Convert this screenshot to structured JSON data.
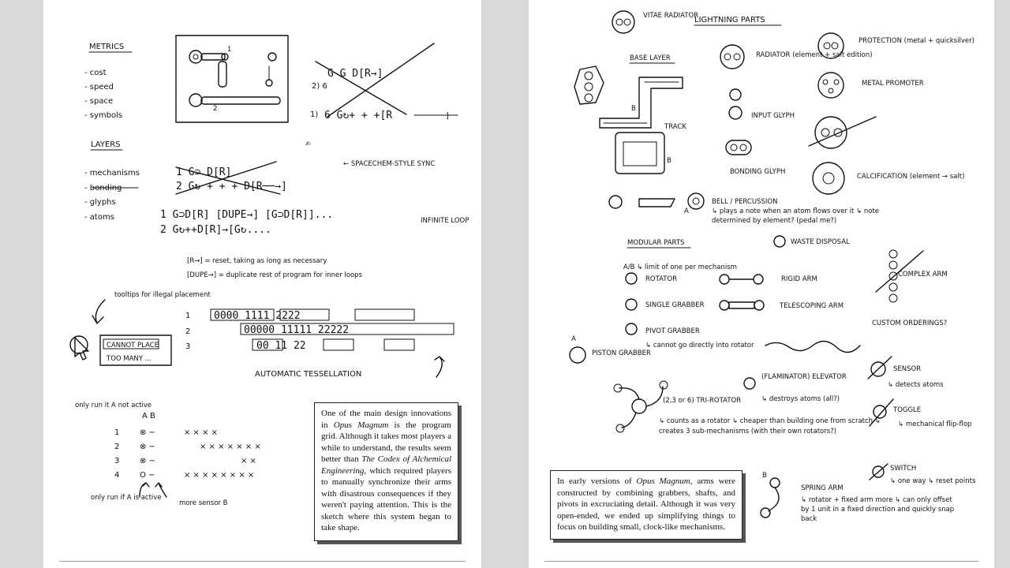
{
  "left_page": {
    "metrics": {
      "heading": "METRICS",
      "items": [
        "- cost",
        "- speed",
        "- space",
        "- symbols"
      ]
    },
    "layers": {
      "heading": "LAYERS",
      "items": [
        "- mechanisms",
        "- bonding",
        "- glyphs",
        "- atoms"
      ]
    },
    "sketch_notes": {
      "spacechem": "← SPACECHEM-STYLE SYNC",
      "row1": "1  G⊃D[R] [DUPE→] [G⊃D[R]]...",
      "row2": "2    G↻++D[R]→[G↻....",
      "inf_loop": "INFINITE LOOP",
      "reset": "[R→] = reset, taking as long as necessary",
      "dupe": "[DUPE→] = duplicate rest of program for inner loops",
      "tooltips": "tooltips for illegal placement",
      "cannot_place": "CANNOT PLACE",
      "too_many": "TOO MANY ...",
      "auto_tess": "AUTOMATIC TESSELLATION",
      "only_run": "only run it A not active",
      "only_run_b": "only run if A is active",
      "more_sensor": "more sensor B",
      "grid_rows": [
        "1",
        "2",
        "3"
      ],
      "grid_r1": "0000 1111 2222",
      "grid_r2": "00000 11111 22222",
      "grid_r3": "00 11 22",
      "ab": "A B",
      "ab_rows": [
        "1",
        "2",
        "3",
        "4"
      ]
    },
    "caption": {
      "p1": "One of the main design innovations in ",
      "t1": "Opus Magnum",
      "p2": " is the program grid. Although it takes most players a while to understand, the results seem better than ",
      "t2": "The Codex of Alchemical Engineering",
      "p3": ", which required players to manually synchronize their arms with disastrous consequences if they weren't paying attention. This is the sketch where this system began to take shape."
    }
  },
  "right_page": {
    "sketch_notes": {
      "vitae": "VITAE RADIATOR",
      "lightning": "LIGHTNING PARTS",
      "base_layer": "BASE LAYER",
      "radiator": "RADIATOR (element + salt edition)",
      "protection": "PROTECTION (metal + quicksilver)",
      "metal_promoter": "METAL PROMOTER",
      "track": "TRACK",
      "input_glyph": "INPUT GLYPH",
      "bonding_glyph": "BONDING GLYPH",
      "calcification": "CALCIFICATION (element → salt)",
      "bell": "BELL / PERCUSSION",
      "bell_note": "↳ plays a note when an atom flows over it ↳ note determined by element? (pedal me?)",
      "waste": "WASTE DISPOSAL",
      "modular": "MODULAR PARTS",
      "ab_note": "A/B ↳ limit of one per mechanism",
      "rotator": "ROTATOR",
      "rigid_arm": "RIGID ARM",
      "single_grabber": "SINGLE GRABBER",
      "telescoping_arm": "TELESCOPING ARM",
      "pivot_grabber": "PIVOT GRABBER",
      "pivot_note": "↳ cannot go directly into rotator",
      "piston": "PISTON GRABBER",
      "custom": "CUSTOM ORDERINGS?",
      "complex": "COMPLEX ARM",
      "sensor": "SENSOR",
      "sensor_note": "↳ detects atoms",
      "elevator": "(FLAMINATOR) ELEVATOR",
      "elevator_note": "↳ destroys atoms (all?)",
      "tri_rotator": "(2,3 or 6) TRI-ROTATOR",
      "tri_notes": "↳ counts as a rotator ↳ cheaper than building one from scratch ↳ creates 3 sub-mechanisms (with their own rotators?)",
      "toggle": "TOGGLE",
      "toggle_note": "↳ mechanical flip-flop",
      "switch": "SWITCH",
      "switch_note": "↳ one way ↳ reset points",
      "spring_arm": "SPRING ARM",
      "spring_notes": "↳ rotator + fixed arm more ↳ can only offset by 1 unit in a fixed direction and quickly snap back"
    },
    "caption": {
      "p1": "In early versions of ",
      "t1": "Opus Magnum",
      "p2": ", arms were constructed by combining grabbers, shafts, and pivots in excruciating detail. Although it was very open-ended, we ended up simplifying things to focus on building small, clock-like mechanisms."
    }
  }
}
